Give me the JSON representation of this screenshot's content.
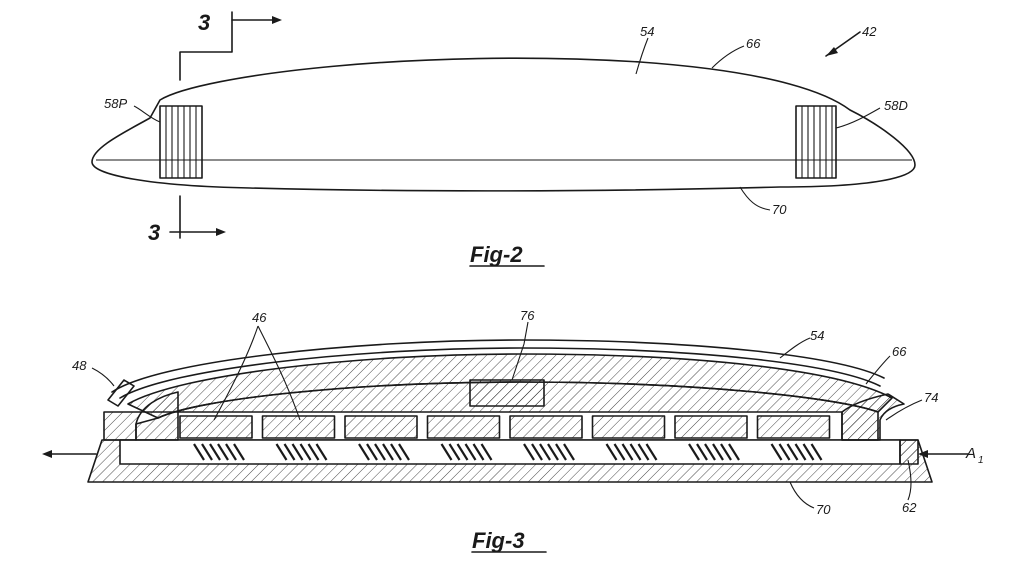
{
  "fig2": {
    "caption": "Fig-2",
    "section_mark_top": "3",
    "section_mark_bottom": "3",
    "labels": {
      "ref_54": "54",
      "ref_66": "66",
      "ref_42": "42",
      "ref_58P": "58P",
      "ref_58D": "58D",
      "ref_70": "70"
    }
  },
  "fig3": {
    "caption": "Fig-3",
    "labels": {
      "ref_46": "46",
      "ref_76": "76",
      "ref_54": "54",
      "ref_66": "66",
      "ref_48": "48",
      "ref_74": "74",
      "ref_A1": "A",
      "ref_A1_sub": "1",
      "ref_70": "70",
      "ref_62": "62"
    },
    "module_count": 8
  },
  "colors": {
    "ink": "#1a1a1a",
    "paper": "#ffffff"
  }
}
